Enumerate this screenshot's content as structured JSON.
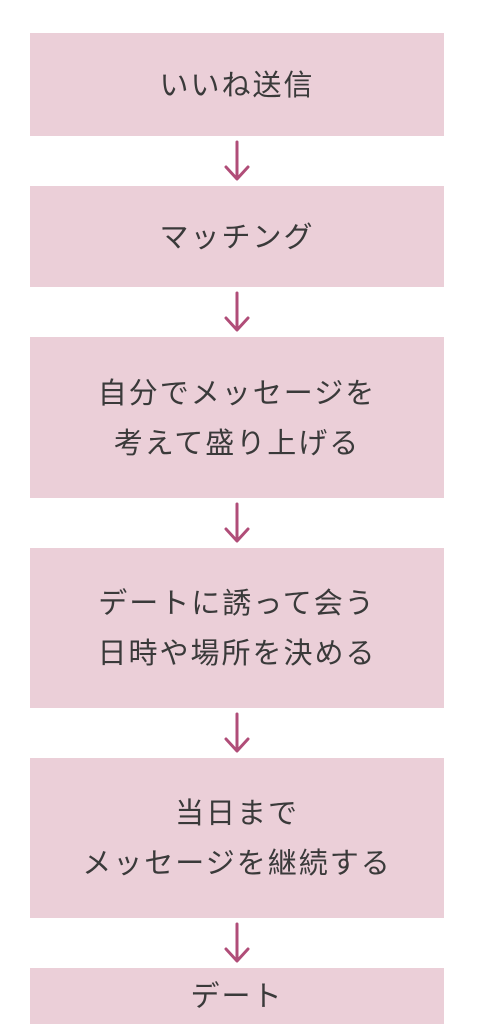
{
  "flowchart": {
    "arrow_color": "#b04d78",
    "box_color": "#ebcfd8",
    "steps": [
      {
        "lines": [
          "いいね送信"
        ]
      },
      {
        "lines": [
          "マッチング"
        ]
      },
      {
        "lines": [
          "自分でメッセージを",
          "考えて盛り上げる"
        ]
      },
      {
        "lines": [
          "デートに誘って会う",
          "日時や場所を決める"
        ]
      },
      {
        "lines": [
          "当日まで",
          "メッセージを継続する"
        ]
      },
      {
        "lines": [
          "デート"
        ]
      }
    ]
  }
}
